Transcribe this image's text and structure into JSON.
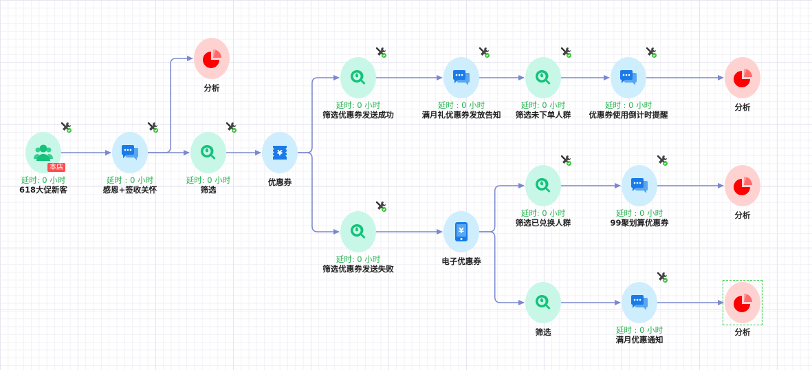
{
  "canvas": {
    "colors": {
      "edge": "#7b88cf",
      "filter_bg": "#c8f7e8",
      "filter_icon": "#14c27a",
      "message_bg": "#cfeefd",
      "message_icon": "#1a7ae8",
      "analysis_bg": "#ffd2d2",
      "analysis_icon": "#ff0000",
      "delay_text": "#22b14c",
      "badge": "#ff4d4f",
      "selection": "#22cc33"
    }
  },
  "nodes": [
    {
      "id": "n1",
      "type": "audience",
      "icon": "people-icon",
      "delay": "延时: 0 小时",
      "title": "618大促新客",
      "badge": "本店",
      "has_tool": true
    },
    {
      "id": "n2",
      "type": "message",
      "icon": "chat-icon",
      "delay": "延时 : 0 小时",
      "title": "感恩+签收关怀",
      "has_tool": true
    },
    {
      "id": "n3",
      "type": "analysis",
      "icon": "pie-chart-icon",
      "title": "分析",
      "has_tool": false
    },
    {
      "id": "n4",
      "type": "filter",
      "icon": "filter-search-icon",
      "delay": "延时: 0 小时",
      "title": "筛选",
      "has_tool": true
    },
    {
      "id": "n5",
      "type": "coupon",
      "icon": "coupon-icon",
      "title": "优惠券",
      "has_tool": false
    },
    {
      "id": "n6",
      "type": "filter",
      "icon": "filter-search-icon",
      "delay": "延时: 0 小时",
      "title": "筛选优惠券发送成功",
      "has_tool": true
    },
    {
      "id": "n7",
      "type": "message",
      "icon": "chat-icon",
      "delay": "延时 : 0 小时",
      "title": "满月礼优惠券发放告知",
      "has_tool": true
    },
    {
      "id": "n8",
      "type": "filter",
      "icon": "filter-search-icon",
      "delay": "延时: 0 小时",
      "title": "筛选未下单人群",
      "has_tool": true
    },
    {
      "id": "n9",
      "type": "message",
      "icon": "chat-icon",
      "delay": "延时 : 0 小时",
      "title": "优惠券使用倒计时提醒",
      "has_tool": true
    },
    {
      "id": "n10",
      "type": "analysis",
      "icon": "pie-chart-icon",
      "title": "分析",
      "has_tool": false
    },
    {
      "id": "n11",
      "type": "filter",
      "icon": "filter-search-icon",
      "delay": "延时: 0 小时",
      "title": "筛选优惠券发送失败",
      "has_tool": true
    },
    {
      "id": "n12",
      "type": "ecoupon",
      "icon": "mobile-coupon-icon",
      "title": "电子优惠券",
      "has_tool": false
    },
    {
      "id": "n13",
      "type": "filter",
      "icon": "filter-search-icon",
      "delay": "延时: 0 小时",
      "title": "筛选已兑换人群",
      "has_tool": true
    },
    {
      "id": "n14",
      "type": "message",
      "icon": "chat-icon",
      "delay": "延时 : 0 小时",
      "title": "99聚划算优惠券",
      "has_tool": true
    },
    {
      "id": "n15",
      "type": "analysis",
      "icon": "pie-chart-icon",
      "title": "分析",
      "has_tool": false
    },
    {
      "id": "n16",
      "type": "filter",
      "icon": "filter-search-icon",
      "title": "筛选",
      "has_tool": false
    },
    {
      "id": "n17",
      "type": "message",
      "icon": "chat-icon",
      "delay": "延时 : 0 小时",
      "title": "满月优惠通知",
      "has_tool": true
    },
    {
      "id": "n18",
      "type": "analysis",
      "icon": "pie-chart-icon",
      "title": "分析",
      "has_tool": false,
      "selected": true
    }
  ],
  "edges": [
    [
      "n1",
      "n2"
    ],
    [
      "n2",
      "n3"
    ],
    [
      "n2",
      "n4"
    ],
    [
      "n4",
      "n5"
    ],
    [
      "n5",
      "n6"
    ],
    [
      "n5",
      "n11"
    ],
    [
      "n6",
      "n7"
    ],
    [
      "n7",
      "n8"
    ],
    [
      "n8",
      "n9"
    ],
    [
      "n9",
      "n10"
    ],
    [
      "n11",
      "n12"
    ],
    [
      "n12",
      "n13"
    ],
    [
      "n12",
      "n16"
    ],
    [
      "n13",
      "n14"
    ],
    [
      "n14",
      "n15"
    ],
    [
      "n16",
      "n17"
    ],
    [
      "n17",
      "n18"
    ]
  ]
}
